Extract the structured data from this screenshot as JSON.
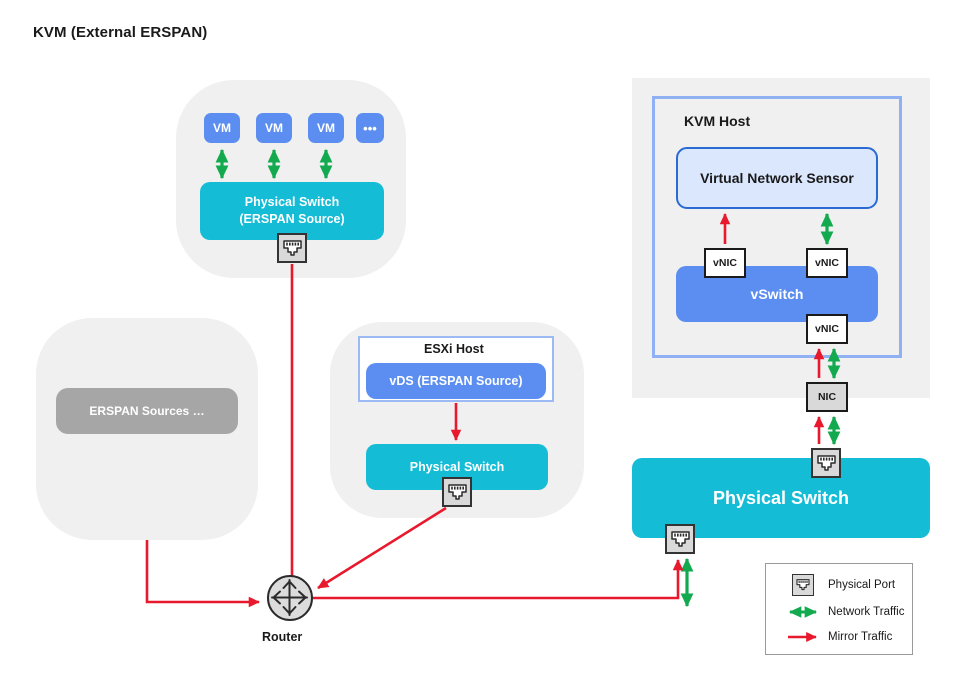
{
  "title": "KVM (External ERSPAN)",
  "colors": {
    "cyan": "#15bcd6",
    "blue": "#5b8ef0",
    "sensor_fill": "#dbe7fd",
    "sensor_border": "#2a6ad4",
    "gray_node": "#a6a6a6",
    "group_bg": "#f0f0f0",
    "network_traffic": "#12a94f",
    "mirror_traffic": "#e8192c",
    "host_border": "#8fb0f2",
    "port_fill": "#d9d9d9",
    "port_border": "#333333"
  },
  "kvm_source_group": {
    "vms": [
      {
        "label": "VM"
      },
      {
        "label": "VM"
      },
      {
        "label": "VM"
      },
      {
        "label": "•••"
      }
    ],
    "switch": {
      "line1": "Physical Switch",
      "line2": "(ERSPAN Source)"
    },
    "port_icon": "physical-port-icon"
  },
  "erspan_sources_group": {
    "label": "ERSPAN Sources …"
  },
  "esxi_group": {
    "host_label": "ESXi Host",
    "vds_label": "vDS (ERSPAN Source)",
    "switch_label": "Physical Switch",
    "port_icon": "physical-port-icon"
  },
  "kvm_host": {
    "host_label": "KVM Host",
    "sensor_label": "Virtual Network Sensor",
    "vswitch_label": "vSwitch",
    "vnic_left_label": "vNIC",
    "vnic_right_label": "vNIC",
    "vnic_bottom_label": "vNIC",
    "nic_label": "NIC"
  },
  "right_switch": {
    "label": "Physical Switch",
    "top_port_icon": "physical-port-icon",
    "bottom_port_icon": "physical-port-icon"
  },
  "router": {
    "label": "Router",
    "icon": "router-icon"
  },
  "legend": {
    "rows": [
      {
        "icon": "physical-port-icon",
        "label": "Physical Port"
      },
      {
        "icon": "bidirectional-green-arrow-icon",
        "label": "Network Traffic"
      },
      {
        "icon": "unidirectional-red-arrow-icon",
        "label": "Mirror Traffic"
      }
    ]
  }
}
